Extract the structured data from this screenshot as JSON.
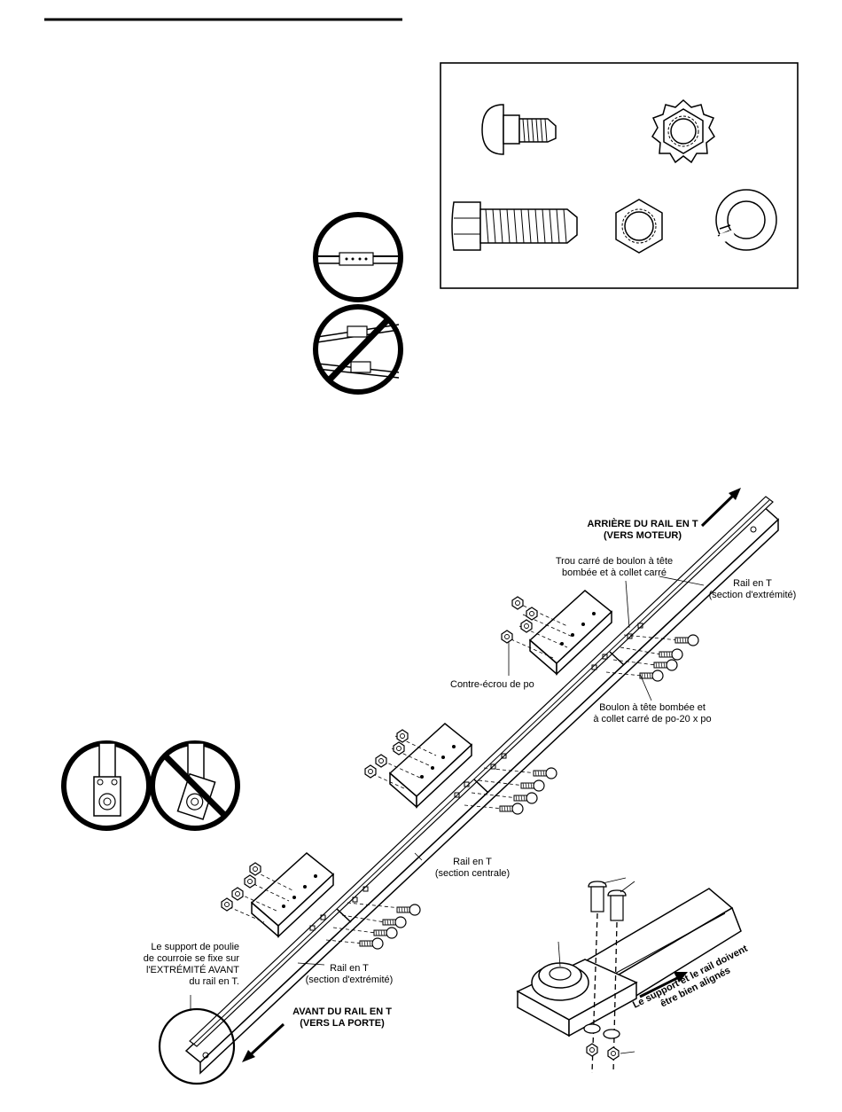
{
  "labels": {
    "rear_title": "ARRIÈRE DU RAIL EN T\n(VERS MOTEUR)",
    "square_hole": "Trou carré de boulon à tête\nbombée et à collet carré",
    "rail_end_top": "Rail en T\n(section d'extrémité)",
    "lock_nut": "Contre-écrou de  po",
    "carriage_bolt": "Boulon à tête bombée et\nà collet carré de  po-20 x  po",
    "rail_center": "Rail en T\n(section centrale)",
    "pulley_note": "Le support de poulie\nde courroie se fixe sur\nl'EXTRÉMITÉ AVANT\ndu rail en T.",
    "rail_end_bottom": "Rail en T\n(section d'extrémité)",
    "front_title": "AVANT DU RAIL EN T\n(VERS LA PORTE)",
    "alignment_note": "Le support et le rail doivent\nêtre bien alignés"
  },
  "icons": {
    "correct_joint": "rail-joint-correct-icon",
    "incorrect_joint": "rail-joint-incorrect-icon",
    "correct_pulley": "pulley-bracket-correct-icon",
    "incorrect_pulley": "pulley-bracket-incorrect-icon"
  }
}
